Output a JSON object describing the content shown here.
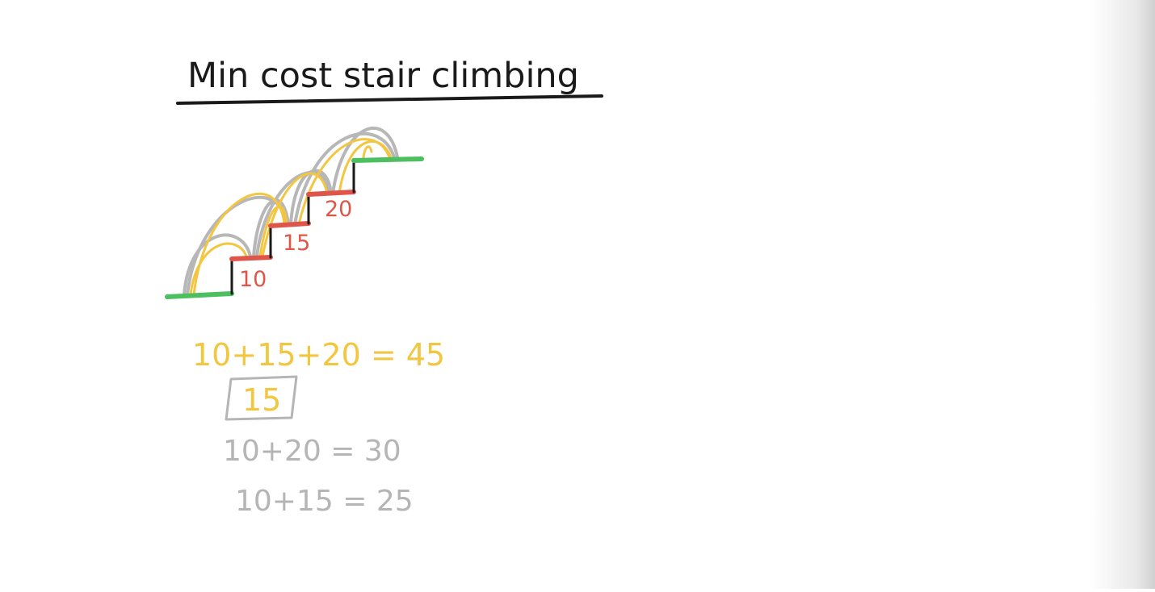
{
  "title": "Min cost stair climbing",
  "steps": [
    {
      "cost": "10"
    },
    {
      "cost": "15"
    },
    {
      "cost": "20"
    }
  ],
  "equations": {
    "all_steps": "10+15+20 = 45",
    "answer_boxed": "15",
    "option_two": "10+20 = 30",
    "option_three": "10+15 = 25"
  },
  "colors": {
    "ink": "#1a1a1a",
    "step_red": "#e0554a",
    "landing_green": "#4cbf5e",
    "arc_gray": "#b7b7b7",
    "arc_yellow": "#f3c640",
    "yellow_text": "#f3c640",
    "gray_text": "#b5b5b5"
  }
}
